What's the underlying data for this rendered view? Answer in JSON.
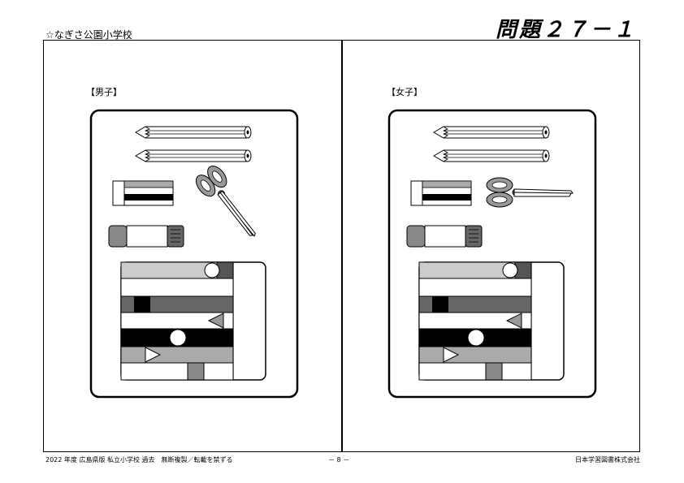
{
  "header": {
    "school": "☆なぎさ公園小学校",
    "problem_number": "問題２７－１"
  },
  "panels": {
    "left": {
      "label": "【男子】"
    },
    "right": {
      "label": "【女子】"
    }
  },
  "footer": {
    "left": "2022 年度 広島県版 私立小学校 過去　無断複製／転載を禁ずる",
    "center": "－ 8 －",
    "right": "日本学習図書株式会社"
  }
}
